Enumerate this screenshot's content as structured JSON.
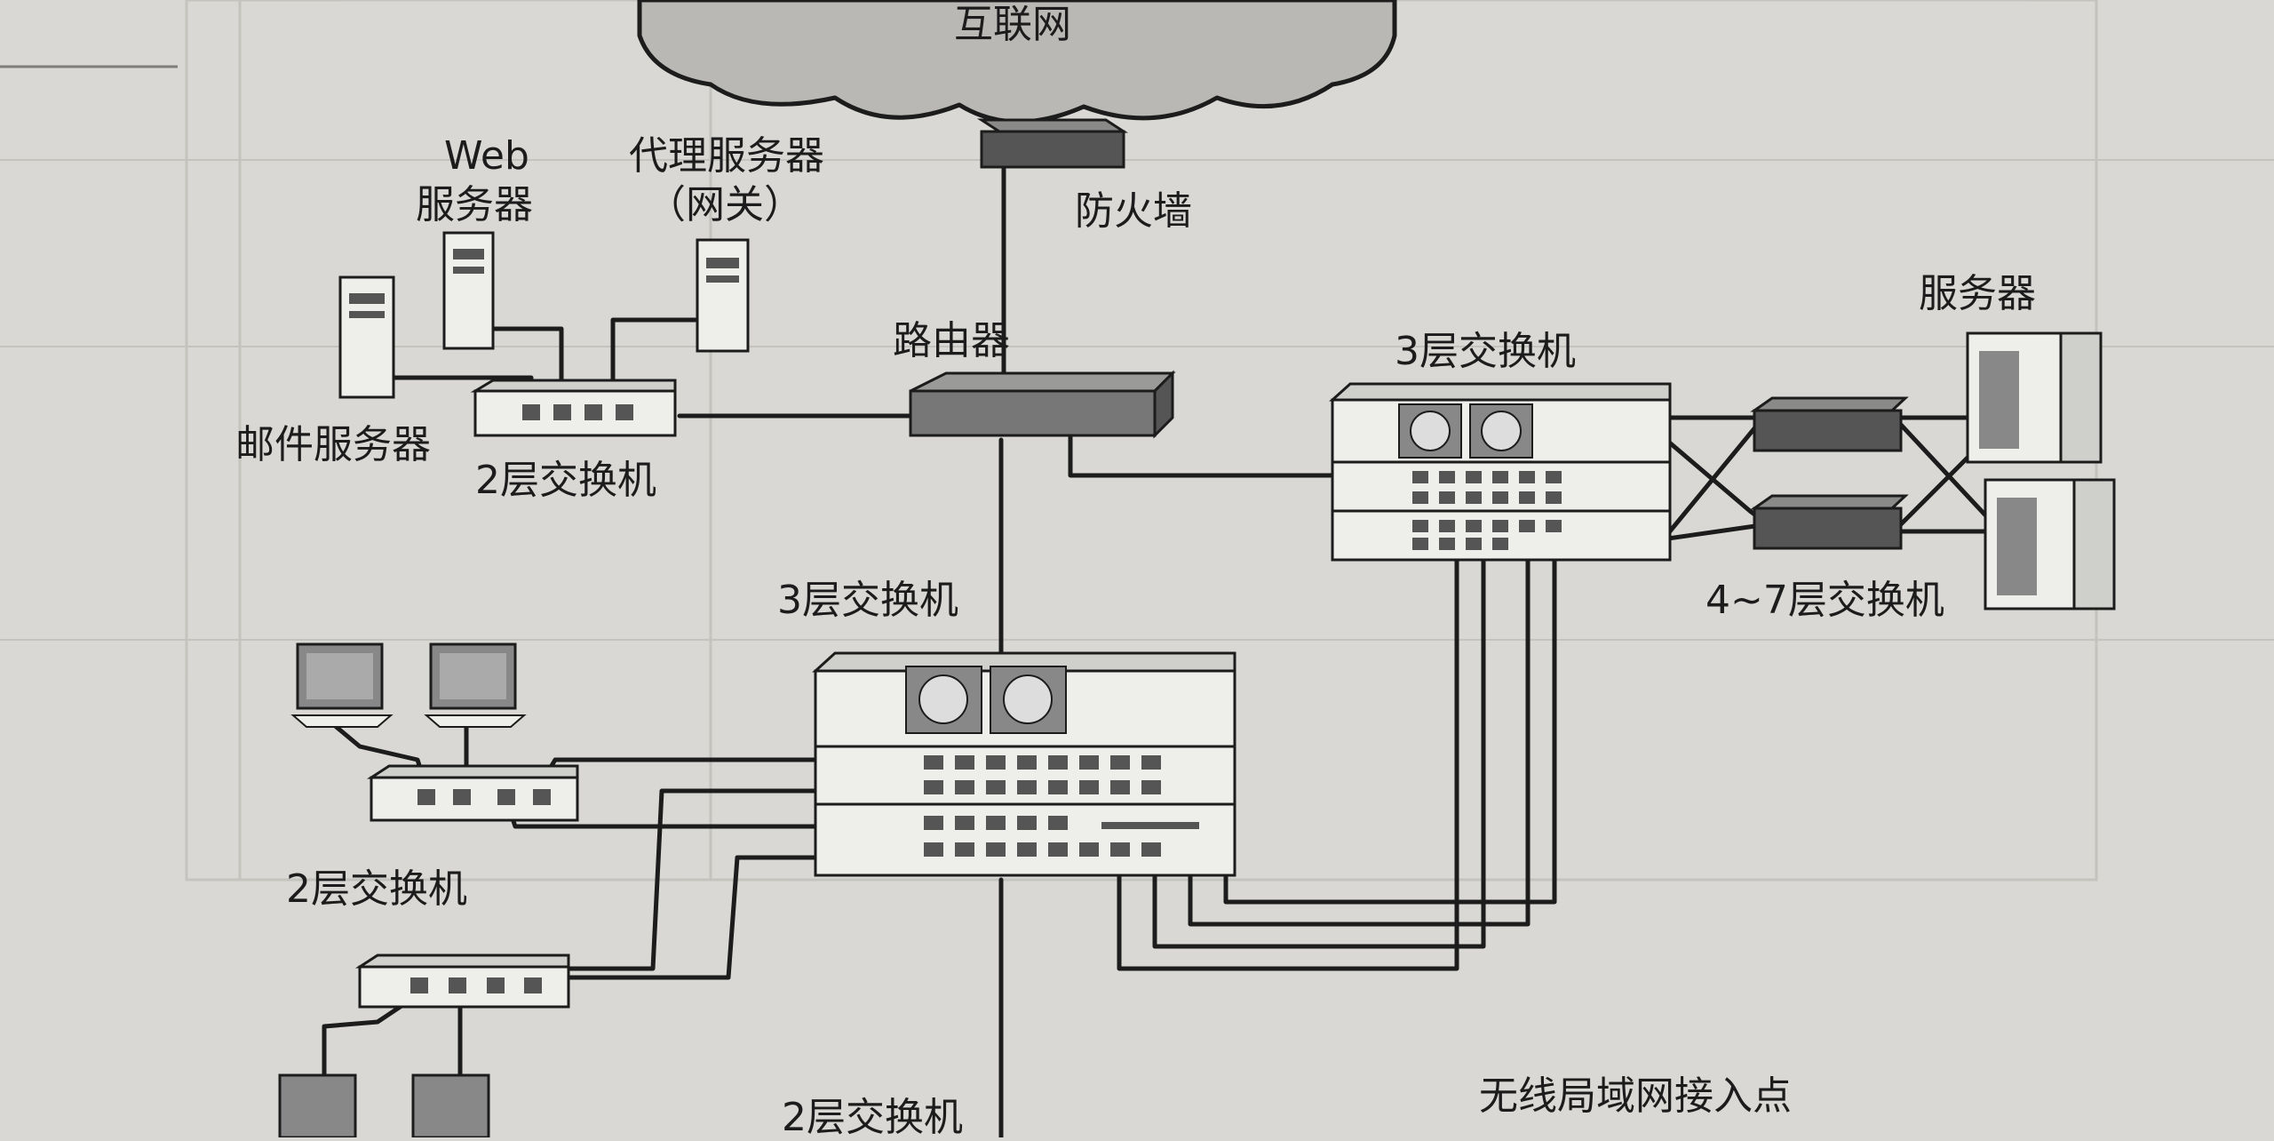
{
  "labels": {
    "internet": "互联网",
    "web_server_line1": "Web",
    "web_server_line2": "服务器",
    "proxy_line1": "代理服务器",
    "proxy_line2": "（网关）",
    "firewall": "防火墙",
    "router": "路由器",
    "l3_switch_right": "3层交换机",
    "servers": "服务器",
    "mail_server": "邮件服务器",
    "l2_switch_top": "2层交换机",
    "l47_switch": "4~7层交换机",
    "l3_switch_center": "3层交换机",
    "l2_switch_mid": "2层交换机",
    "l2_switch_bottom": "2层交换机",
    "wlan_ap": "无线局域网接入点"
  },
  "colors": {
    "paper": "#d9d8d4",
    "ink": "#1c1c1c",
    "device_dark": "#555555",
    "device_light": "#eeeeea",
    "cloud": "#b9b8b4"
  }
}
